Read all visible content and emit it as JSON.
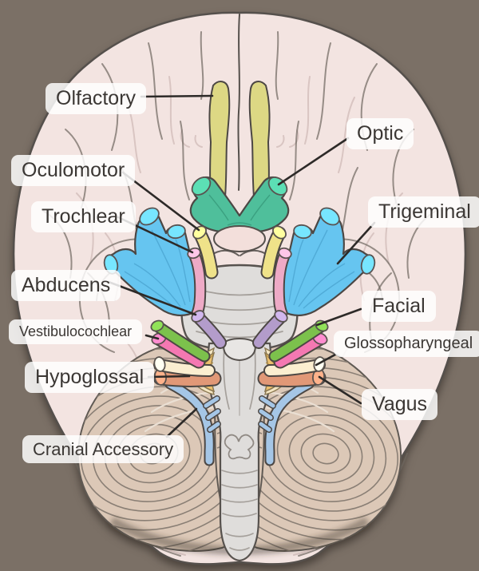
{
  "background_color": "#7b7066",
  "colors": {
    "background": "#7b7066",
    "brain_fill": "#f3e4e1",
    "brain_stroke": "#55504c",
    "sulcus_dark": "#6e6660",
    "sulcus_light": "#d7c3c0",
    "cerebellum_fill": "#dcc8b7",
    "cerebellum_stroke": "#5f5953",
    "cerebellum_line": "#8a7f75",
    "stem_fill": "#dfdddb",
    "stem_stroke": "#57524e",
    "stem_line": "#a5a09b",
    "nerve_outline": "#4c4744",
    "leader": "#2d2a28",
    "label_bg": "#ffffffd6",
    "label_text": "#3b3734",
    "olfactory": "#ddd884",
    "optic": "#4fbf9b",
    "oculomotor": "#efe289",
    "trochlear": "#eeaac6",
    "trigeminal": "#66c5f0",
    "abducens": "#b39ccb",
    "facial": "#7cc14c",
    "vestibulocochlear": "#f478b2",
    "glossopharyngeal": "#fbeed0",
    "vagus": "#e19877",
    "accessory": "#a5c6e6",
    "hypoglossal": "#ecc06e",
    "hypoglossal_light": "#f4e6c3"
  },
  "labels": {
    "olfactory": "Olfactory",
    "optic": "Optic",
    "oculomotor": "Oculomotor",
    "trochlear": "Trochlear",
    "trigeminal": "Trigeminal",
    "abducens": "Abducens",
    "facial": "Facial",
    "vestibulocochlear": "Vestibulocochlear",
    "glossopharyngeal": "Glossopharyngeal",
    "vagus": "Vagus",
    "cranial_accessory": "Cranial Accessory",
    "hypoglossal": "Hypoglossal"
  }
}
